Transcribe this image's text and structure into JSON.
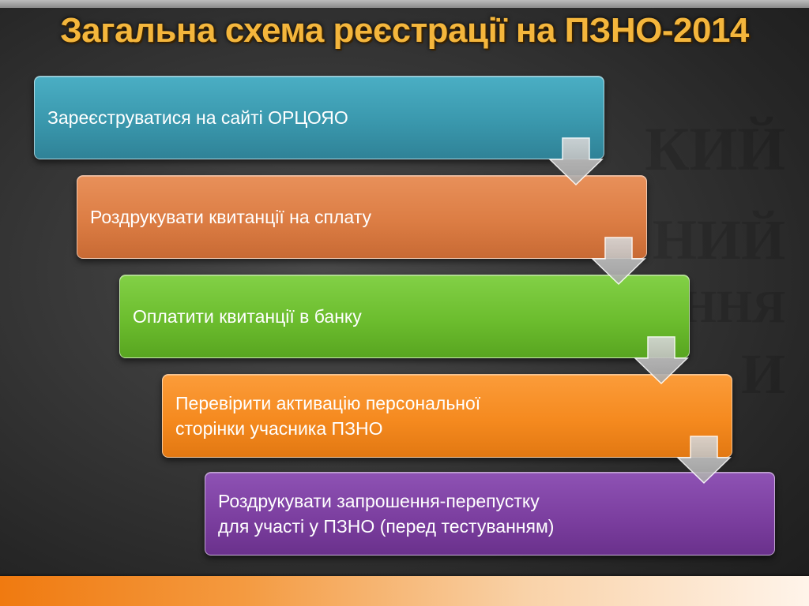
{
  "title": "Загальна схема реєстрації на ПЗНО-2014",
  "watermark": [
    "КИЙ",
    "НИЙ",
    "ННЯ",
    "И"
  ],
  "steps": [
    {
      "label": "Зареєструватися на сайті ОРЦОЯО",
      "color": "#3a98ad"
    },
    {
      "label": "Роздрукувати квитанції на сплату",
      "color": "#dc7d44"
    },
    {
      "label": "Оплатити квитанції в банку",
      "color": "#6cbd2e"
    },
    {
      "label": "Перевірити активацію персональної\nсторінки учасника ПЗНО",
      "color": "#f58a1f"
    },
    {
      "label": "Роздрукувати запрошення-перепустку\nдля участі у ПЗНО (перед тестуванням)",
      "color": "#7c3fa0"
    }
  ],
  "colors": {
    "title": "#f4b63c",
    "background": "#333333",
    "arrow": "#b8b8b8",
    "bottom_bar": "#f07a10"
  }
}
